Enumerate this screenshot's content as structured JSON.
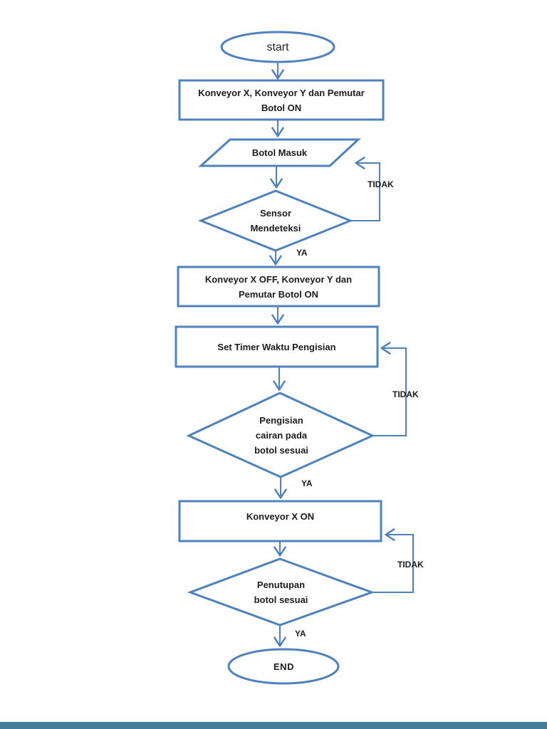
{
  "colors": {
    "shape_stroke": "#4f81bd",
    "text": "#1c1c1c",
    "footer_bar": "#437e9b",
    "background": "#ffffff"
  },
  "flowchart": {
    "nodes": {
      "start": {
        "type": "terminator",
        "label": "start"
      },
      "proc_on": {
        "type": "process",
        "line1": "Konveyor X, Konveyor Y dan Pemutar",
        "line2": "Botol ON"
      },
      "io_botol": {
        "type": "input-output",
        "label": "Botol Masuk"
      },
      "dec_sensor": {
        "type": "decision",
        "line1": "Sensor",
        "line2": "Mendeteksi"
      },
      "proc_off": {
        "type": "process",
        "line1": "Konveyor X OFF, Konveyor Y dan",
        "line2": "Pemutar Botol ON"
      },
      "proc_timer": {
        "type": "process",
        "label": "Set Timer Waktu Pengisian"
      },
      "dec_fill": {
        "type": "decision",
        "line1": "Pengisian",
        "line2": "cairan pada",
        "line3": "botol sesuai"
      },
      "proc_xon": {
        "type": "process",
        "label": "Konveyor X ON"
      },
      "dec_cap": {
        "type": "decision",
        "line1": "Penutupan",
        "line2": "botol sesuai"
      },
      "end": {
        "type": "terminator",
        "label": "END"
      }
    },
    "edge_labels": {
      "sensor_no": "TIDAK",
      "sensor_yes": "YA",
      "fill_no": "TIDAK",
      "fill_yes": "YA",
      "cap_no": "TIDAK",
      "cap_yes": "YA"
    }
  }
}
